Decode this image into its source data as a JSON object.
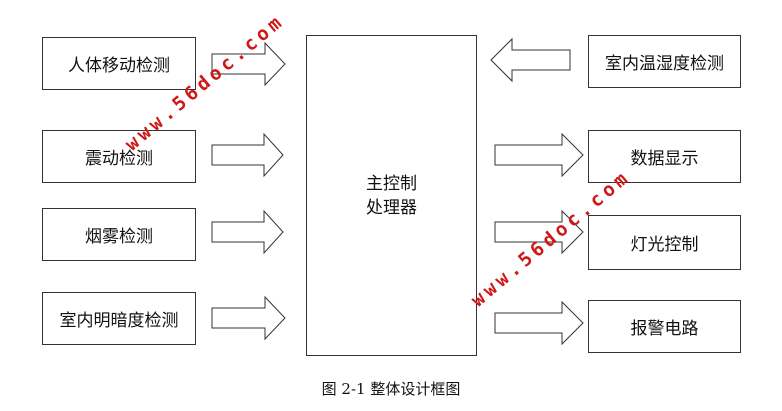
{
  "inputs": [
    "人体移动检测",
    "震动检测",
    "烟雾检测",
    "室内明暗度检测"
  ],
  "center": {
    "line1": "主控制",
    "line2": "处理器"
  },
  "sensor_right": "室内温湿度检测",
  "outputs": [
    "数据显示",
    "灯光控制",
    "报警电路"
  ],
  "caption": "图 2-1 整体设计框图",
  "watermark": "www.56doc.com"
}
